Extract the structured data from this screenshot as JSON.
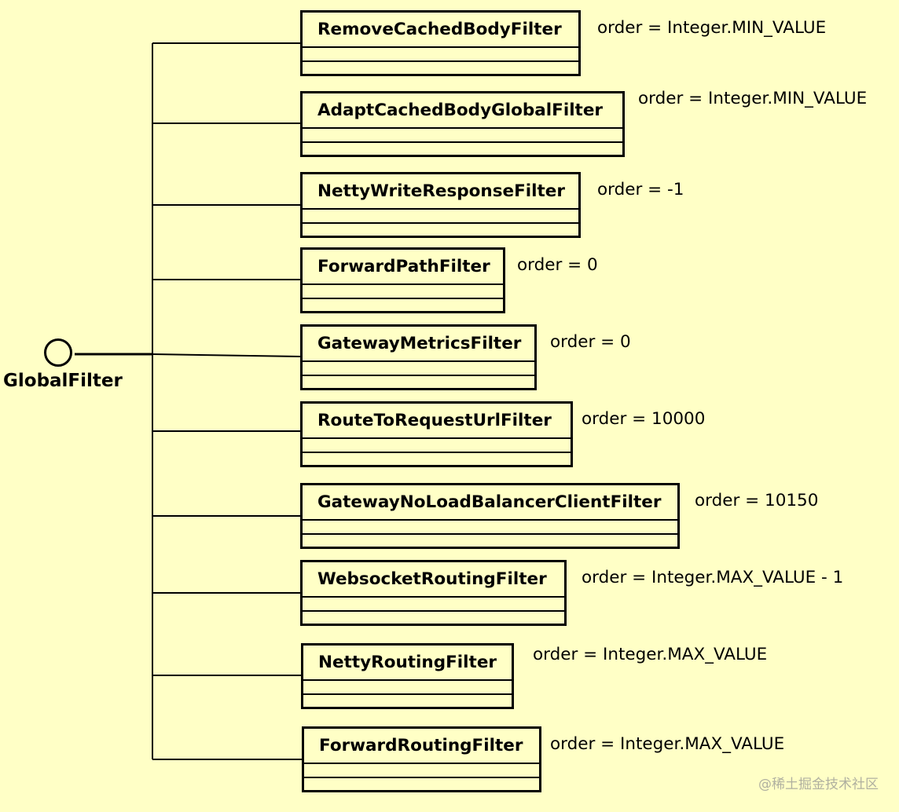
{
  "interface": {
    "name": "GlobalFilter"
  },
  "filters": [
    {
      "name": "RemoveCachedBodyFilter",
      "order": "order = Integer.MIN_VALUE"
    },
    {
      "name": "AdaptCachedBodyGlobalFilter",
      "order": "order = Integer.MIN_VALUE"
    },
    {
      "name": "NettyWriteResponseFilter",
      "order": "order = -1"
    },
    {
      "name": "ForwardPathFilter",
      "order": "order = 0"
    },
    {
      "name": "GatewayMetricsFilter",
      "order": "order = 0"
    },
    {
      "name": "RouteToRequestUrlFilter",
      "order": "order = 10000"
    },
    {
      "name": "GatewayNoLoadBalancerClientFilter",
      "order": "order = 10150"
    },
    {
      "name": "WebsocketRoutingFilter",
      "order": "order = Integer.MAX_VALUE - 1"
    },
    {
      "name": "NettyRoutingFilter",
      "order": "order = Integer.MAX_VALUE"
    },
    {
      "name": "ForwardRoutingFilter",
      "order": "order = Integer.MAX_VALUE"
    }
  ],
  "watermark": "@稀土掘金技术社区"
}
